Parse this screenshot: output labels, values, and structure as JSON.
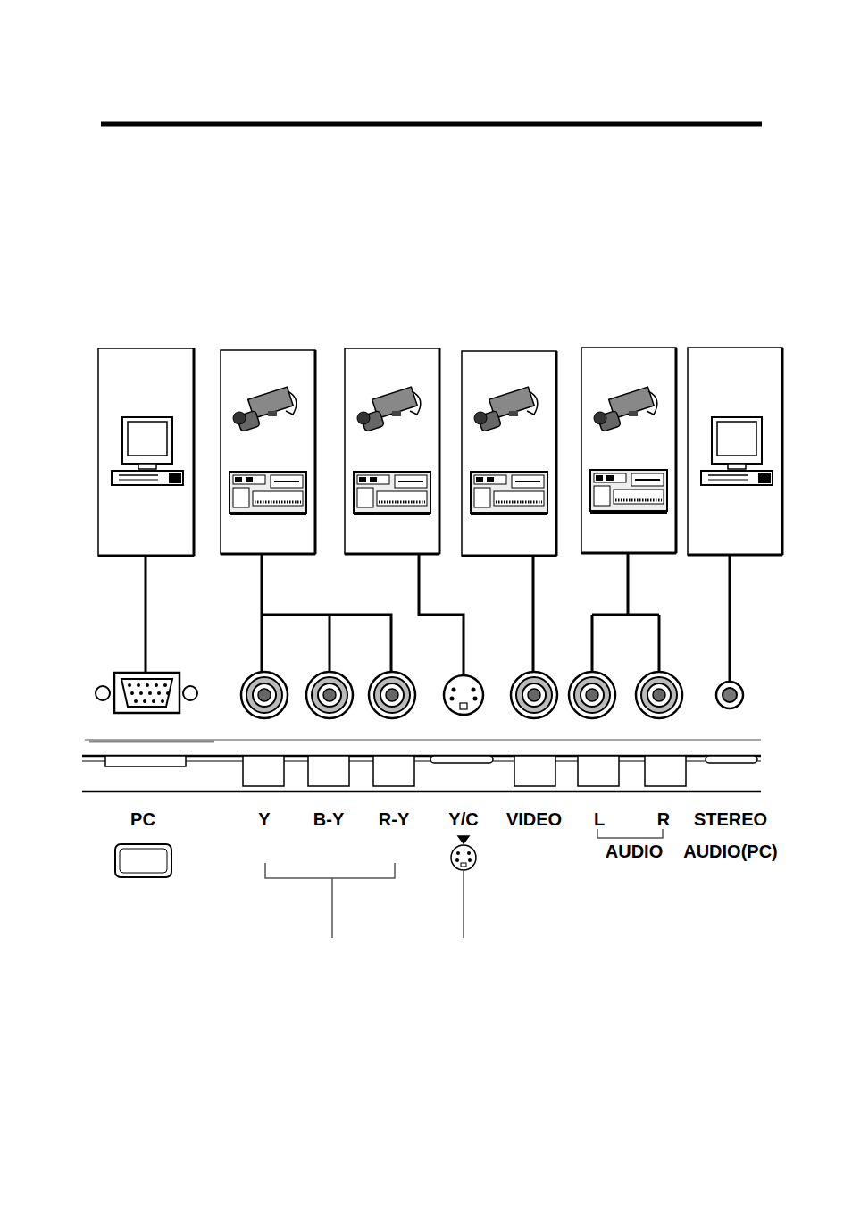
{
  "diagram": {
    "labels": [
      "PC",
      "Y",
      "B-Y",
      "R-Y",
      "Y/C",
      "VIDEO",
      "L",
      "R",
      "AUDIO",
      "STEREO AUDIO(PC)"
    ]
  }
}
